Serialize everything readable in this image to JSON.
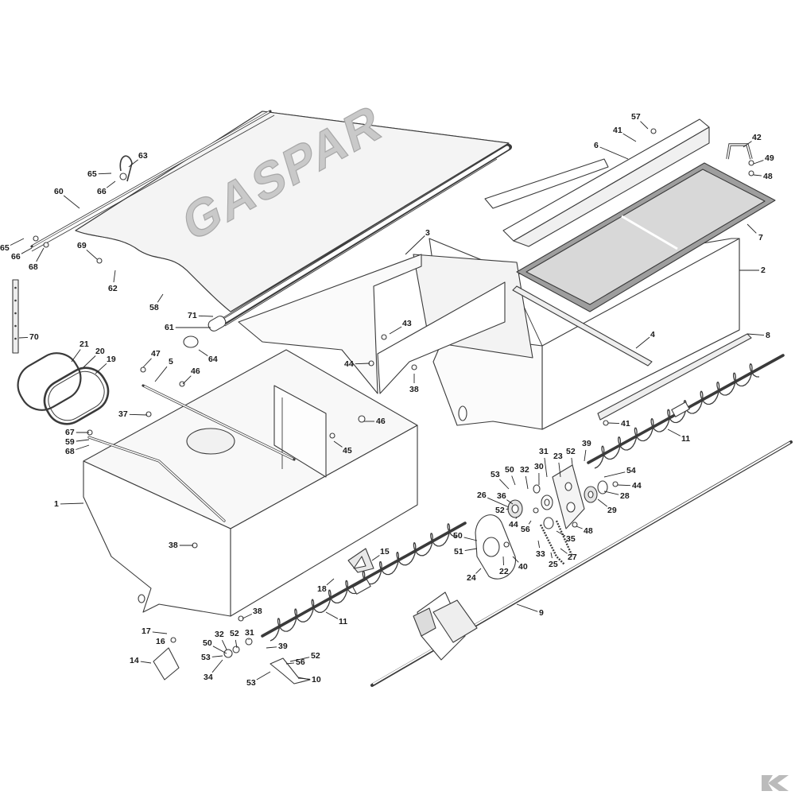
{
  "diagram": {
    "watermark_text": "GASPAR",
    "callouts": [
      {
        "id": "c1",
        "label": "1"
      },
      {
        "id": "c2",
        "label": "2"
      },
      {
        "id": "c3",
        "label": "3"
      },
      {
        "id": "c4",
        "label": "4"
      },
      {
        "id": "c5",
        "label": "5"
      },
      {
        "id": "c6",
        "label": "6"
      },
      {
        "id": "c7",
        "label": "7"
      },
      {
        "id": "c8",
        "label": "8"
      },
      {
        "id": "c9",
        "label": "9"
      },
      {
        "id": "c10",
        "label": "10"
      },
      {
        "id": "c11a",
        "label": "11"
      },
      {
        "id": "c11b",
        "label": "11"
      },
      {
        "id": "c14",
        "label": "14"
      },
      {
        "id": "c15",
        "label": "15"
      },
      {
        "id": "c16",
        "label": "16"
      },
      {
        "id": "c17",
        "label": "17"
      },
      {
        "id": "c18",
        "label": "18"
      },
      {
        "id": "c19",
        "label": "19"
      },
      {
        "id": "c20",
        "label": "20"
      },
      {
        "id": "c21",
        "label": "21"
      },
      {
        "id": "c22",
        "label": "22"
      },
      {
        "id": "c23",
        "label": "23"
      },
      {
        "id": "c24",
        "label": "24"
      },
      {
        "id": "c25",
        "label": "25"
      },
      {
        "id": "c26",
        "label": "26"
      },
      {
        "id": "c27",
        "label": "27"
      },
      {
        "id": "c28",
        "label": "28"
      },
      {
        "id": "c29",
        "label": "29"
      },
      {
        "id": "c30",
        "label": "30"
      },
      {
        "id": "c31a",
        "label": "31"
      },
      {
        "id": "c31b",
        "label": "31"
      },
      {
        "id": "c32a",
        "label": "32"
      },
      {
        "id": "c32b",
        "label": "32"
      },
      {
        "id": "c33",
        "label": "33"
      },
      {
        "id": "c34",
        "label": "34"
      },
      {
        "id": "c35",
        "label": "35"
      },
      {
        "id": "c36",
        "label": "36"
      },
      {
        "id": "c37",
        "label": "37"
      },
      {
        "id": "c38a",
        "label": "38"
      },
      {
        "id": "c38b",
        "label": "38"
      },
      {
        "id": "c38c",
        "label": "38"
      },
      {
        "id": "c39a",
        "label": "39"
      },
      {
        "id": "c39b",
        "label": "39"
      },
      {
        "id": "c40",
        "label": "40"
      },
      {
        "id": "c41a",
        "label": "41"
      },
      {
        "id": "c41b",
        "label": "41"
      },
      {
        "id": "c42",
        "label": "42"
      },
      {
        "id": "c43",
        "label": "43"
      },
      {
        "id": "c44a",
        "label": "44"
      },
      {
        "id": "c44b",
        "label": "44"
      },
      {
        "id": "c44c",
        "label": "44"
      },
      {
        "id": "c45",
        "label": "45"
      },
      {
        "id": "c46a",
        "label": "46"
      },
      {
        "id": "c46b",
        "label": "46"
      },
      {
        "id": "c47",
        "label": "47"
      },
      {
        "id": "c48a",
        "label": "48"
      },
      {
        "id": "c48b",
        "label": "48"
      },
      {
        "id": "c49",
        "label": "49"
      },
      {
        "id": "c50a",
        "label": "50"
      },
      {
        "id": "c50b",
        "label": "50"
      },
      {
        "id": "c50c",
        "label": "50"
      },
      {
        "id": "c51",
        "label": "51"
      },
      {
        "id": "c52a",
        "label": "52"
      },
      {
        "id": "c52b",
        "label": "52"
      },
      {
        "id": "c52c",
        "label": "52"
      },
      {
        "id": "c52d",
        "label": "52"
      },
      {
        "id": "c53a",
        "label": "53"
      },
      {
        "id": "c53b",
        "label": "53"
      },
      {
        "id": "c53c",
        "label": "53"
      },
      {
        "id": "c54",
        "label": "54"
      },
      {
        "id": "c56a",
        "label": "56"
      },
      {
        "id": "c56b",
        "label": "56"
      },
      {
        "id": "c57",
        "label": "57"
      },
      {
        "id": "c58",
        "label": "58"
      },
      {
        "id": "c59",
        "label": "59"
      },
      {
        "id": "c60",
        "label": "60"
      },
      {
        "id": "c61",
        "label": "61"
      },
      {
        "id": "c62",
        "label": "62"
      },
      {
        "id": "c63",
        "label": "63"
      },
      {
        "id": "c64",
        "label": "64"
      },
      {
        "id": "c65a",
        "label": "65"
      },
      {
        "id": "c65b",
        "label": "65"
      },
      {
        "id": "c66a",
        "label": "66"
      },
      {
        "id": "c66b",
        "label": "66"
      },
      {
        "id": "c67",
        "label": "67"
      },
      {
        "id": "c68a",
        "label": "68"
      },
      {
        "id": "c68b",
        "label": "68"
      },
      {
        "id": "c69",
        "label": "69"
      },
      {
        "id": "c70",
        "label": "70"
      },
      {
        "id": "c71",
        "label": "71"
      }
    ]
  }
}
